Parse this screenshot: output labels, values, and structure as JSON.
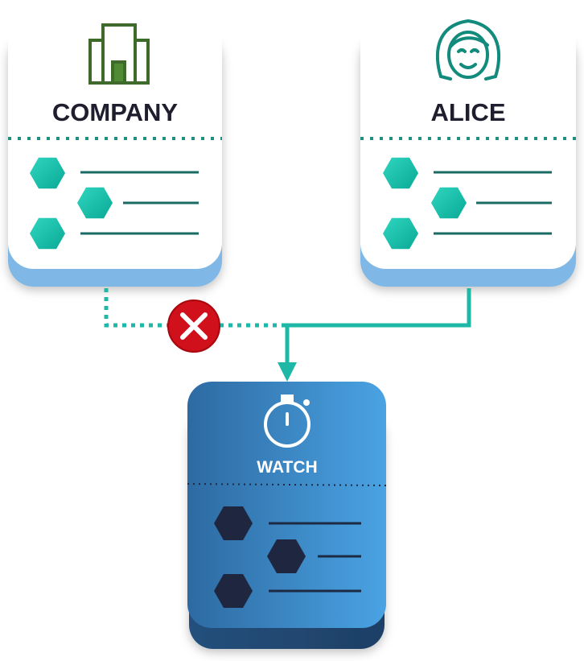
{
  "nodes": {
    "company": {
      "label": "COMPANY",
      "icon": "building-icon",
      "list_items": 3
    },
    "alice": {
      "label": "ALICE",
      "icon": "woman-face-icon",
      "list_items": 3
    },
    "watch": {
      "label": "WATCH",
      "icon": "stopwatch-icon",
      "list_items": 3
    }
  },
  "edges": [
    {
      "from": "company",
      "to": "watch",
      "status": "blocked",
      "style": "dotted",
      "marker": "red-x-icon"
    },
    {
      "from": "alice",
      "to": "watch",
      "status": "allowed",
      "style": "solid",
      "marker": "arrow"
    }
  ],
  "colors": {
    "teal": "#1fb8a6",
    "hexagon_teal": "#11c2ab",
    "card_shadow_blue": "#7fb7e6",
    "building_green": "#3f6b2a",
    "watch_gradient_start": "#2d6aa2",
    "watch_gradient_end": "#4aa3e3",
    "watch_hexagon": "#1f2640",
    "blocked_red": "#d0101a",
    "title_text": "#1e1e2e"
  }
}
